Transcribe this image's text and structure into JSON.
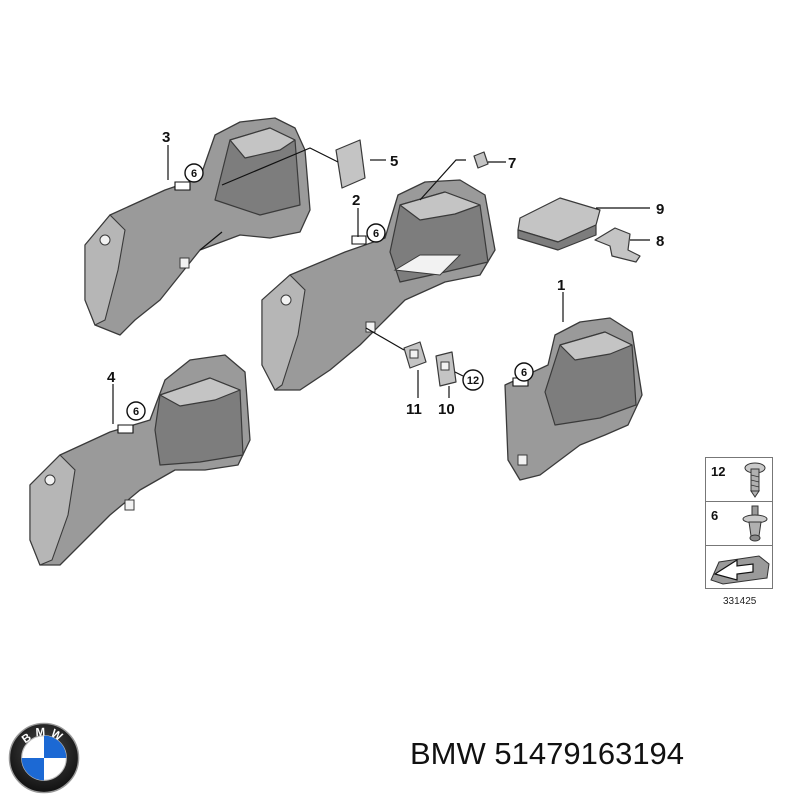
{
  "callouts": {
    "c1": "1",
    "c2": "2",
    "c3": "3",
    "c4": "4",
    "c5": "5",
    "c7": "7",
    "c8": "8",
    "c9": "9",
    "c10": "10",
    "c11": "11",
    "c12": "12",
    "circle6": "6",
    "circle12": "12"
  },
  "legend": {
    "row1_number": "12",
    "row2_number": "6"
  },
  "diagram_number": "331425",
  "brand": {
    "logo_letters": "BMW",
    "name": "BMW",
    "part_number": "51479163194"
  },
  "colors": {
    "part_fill": "#9a9a9a",
    "part_light": "#c4c4c4",
    "logo_blue": "#1c69d4"
  }
}
